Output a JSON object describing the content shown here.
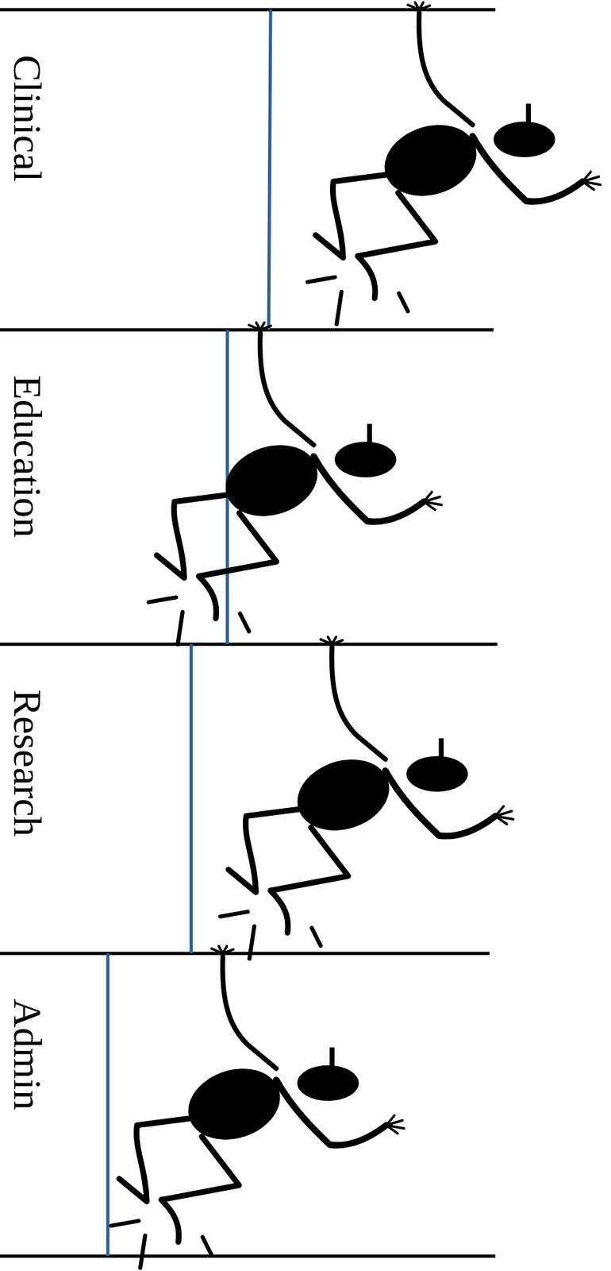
{
  "diagram": {
    "nodes": [
      {
        "text": [
          "Clinical"
        ]
      },
      {
        "text": [
          "Education"
        ]
      },
      {
        "text": [
          "Research"
        ]
      },
      {
        "text": [
          "Admin"
        ]
      }
    ]
  }
}
